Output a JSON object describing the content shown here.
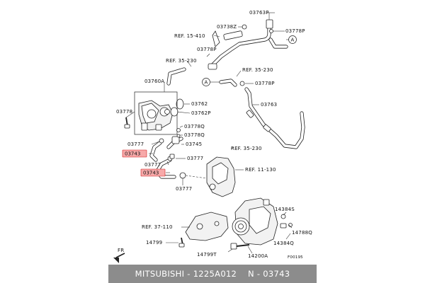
{
  "labels": {
    "l03763P": "03763P",
    "l03738Z": "03738Z",
    "l03778P_top": "03778P",
    "ref15410": "REF. 15-410",
    "l03778P_mid": "03778P",
    "ref35230_a": "REF. 35-230",
    "ref35230_b": "REF. 35-230",
    "l03778P_right": "03778P",
    "l03760A": "03760A",
    "l03762": "03762",
    "l03762P": "03762P",
    "l03763": "03763",
    "l03778": "03778",
    "l03778Q": "03778Q",
    "l03778Q_b": "03778Q",
    "l03745": "03745",
    "l03777_a": "03777",
    "l03777_b": "03777",
    "l03777_c": "03777",
    "l03777_d": "03777",
    "l03743_a": "03743",
    "l03743_b": "03743",
    "ref35230_c": "REF. 35-230",
    "ref11130": "REF. 11-130",
    "l14384S": "14384S",
    "ref37110": "REF. 37-110",
    "l14788Q": "14788Q",
    "l14384Q": "14384Q",
    "l14799": "14799",
    "l14799T": "14799T",
    "l14200A": "14200A",
    "f00195": "F00195",
    "circleA_1": "A",
    "circleA_2": "A",
    "fr": "FR"
  },
  "colors": {
    "highlight_fill": "#f7a9a9",
    "highlight_stroke": "#d02020",
    "footer_bg": "#8c8c8c"
  },
  "footer": {
    "brand": "MITSUBISHI",
    "sep1": " - ",
    "part_number": "1225A012",
    "sep2": "    N - ",
    "ref_number": "03743"
  }
}
